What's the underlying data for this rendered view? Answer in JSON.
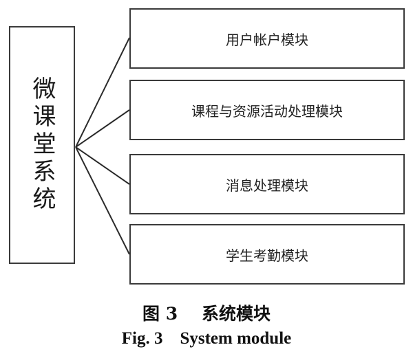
{
  "diagram": {
    "root": {
      "label": "微课堂系统"
    },
    "modules": [
      {
        "label": "用户帐户模块"
      },
      {
        "label": "课程与资源活动处理模块"
      },
      {
        "label": "消息处理模块"
      },
      {
        "label": "学生考勤模块"
      }
    ]
  },
  "caption": {
    "cn": "图 3    系统模块",
    "en": "Fig. 3    System module"
  }
}
